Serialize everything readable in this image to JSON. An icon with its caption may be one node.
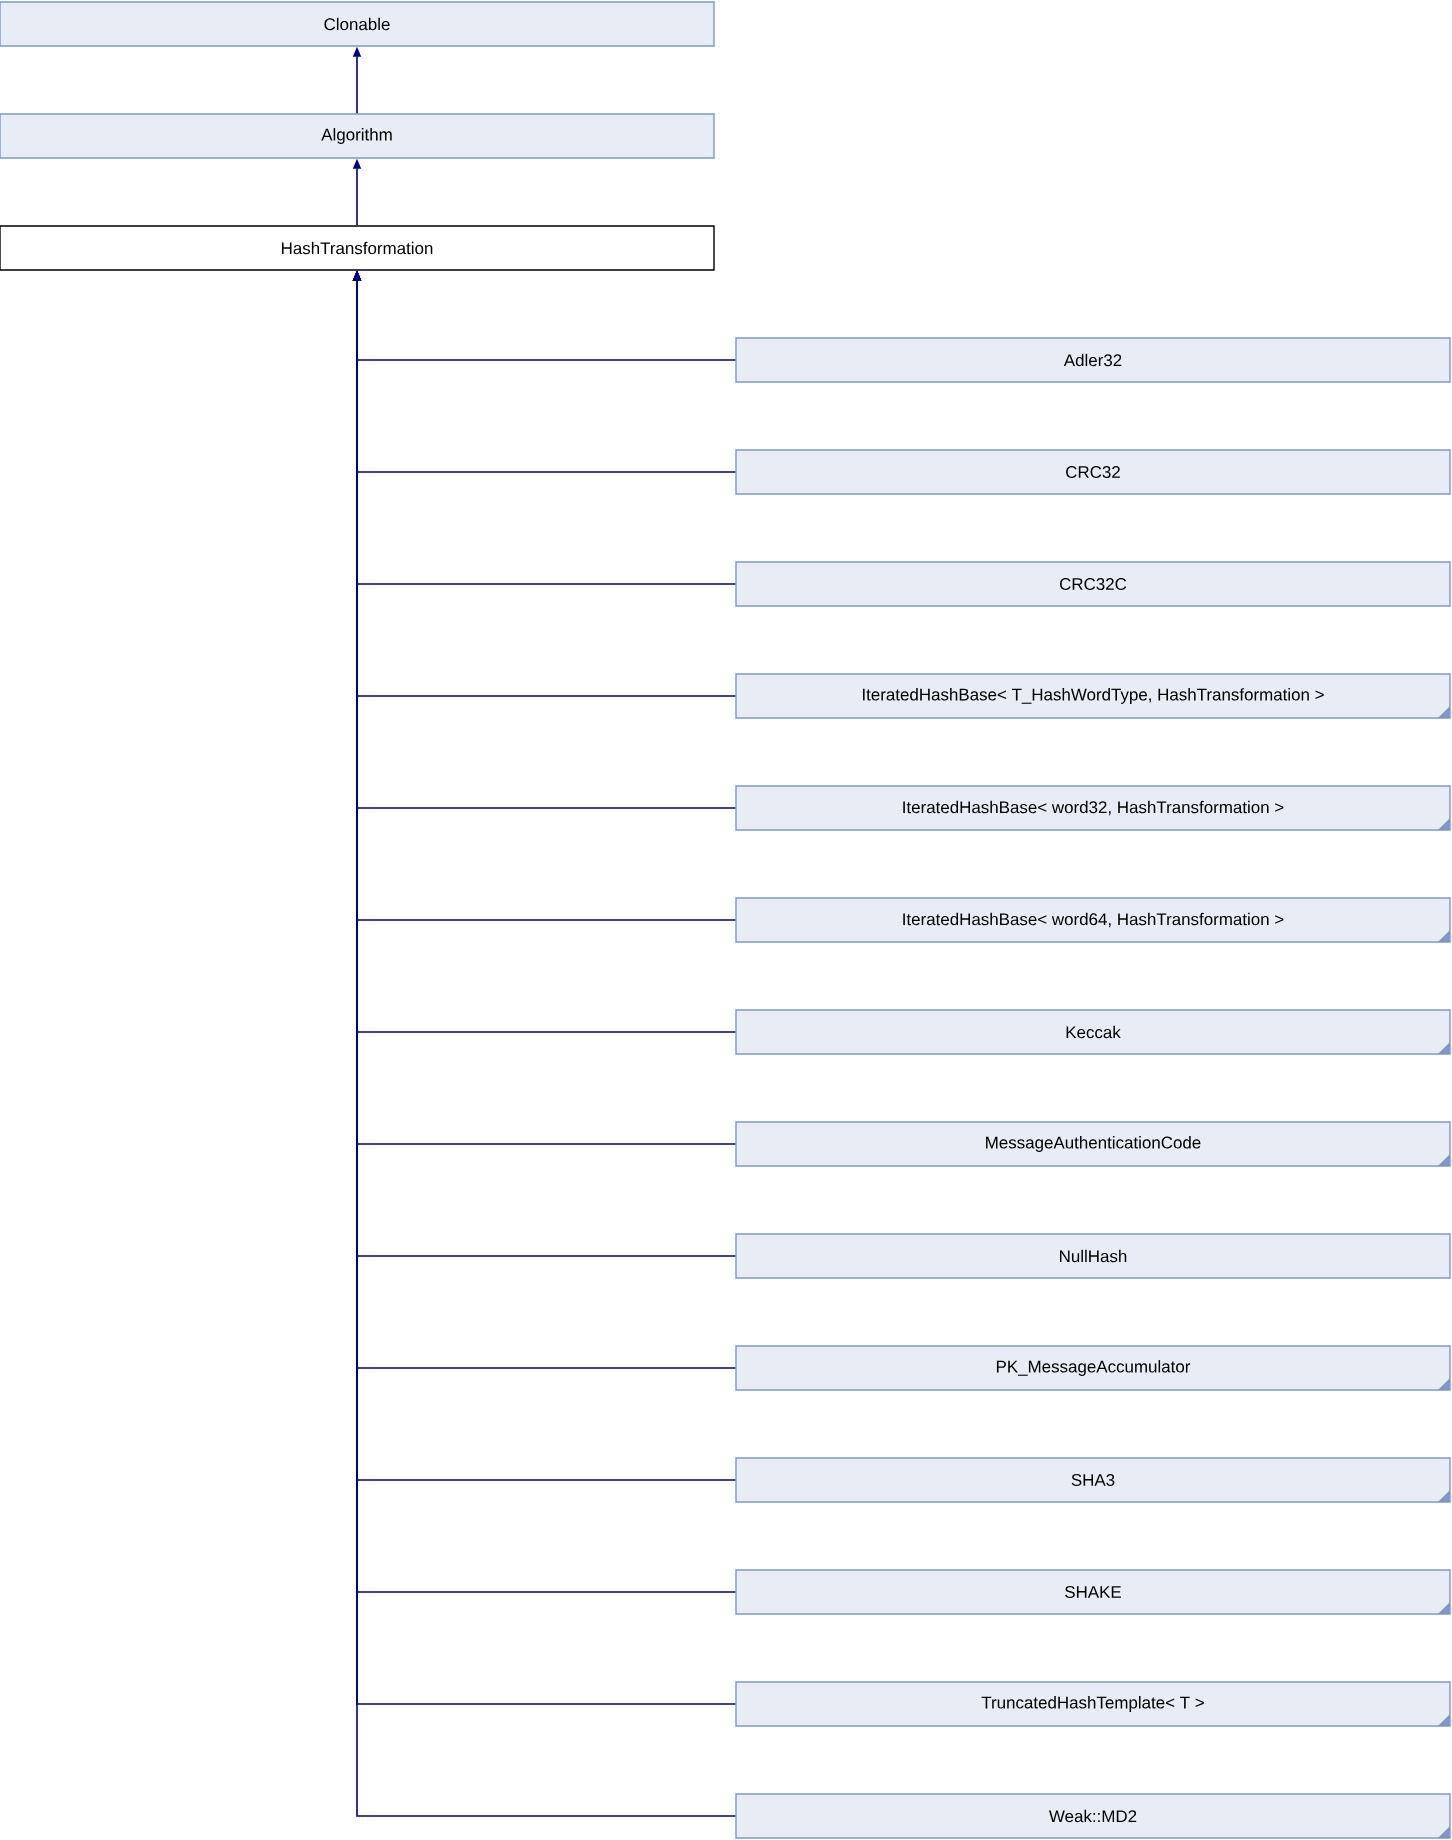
{
  "diagram": {
    "nodes": [
      {
        "text": [
          "Clonable"
        ]
      },
      {
        "text": [
          "Algorithm"
        ]
      },
      {
        "text": [
          "HashTransformation"
        ]
      },
      {
        "text": [
          "Adler32"
        ]
      },
      {
        "text": [
          "CRC32"
        ]
      },
      {
        "text": [
          "CRC32C"
        ]
      },
      {
        "text": [
          "IteratedHashBase< T_HashWordType, HashTransformation >"
        ]
      },
      {
        "text": [
          "IteratedHashBase< word32, HashTransformation >"
        ]
      },
      {
        "text": [
          "IteratedHashBase< word64, HashTransformation >"
        ]
      },
      {
        "text": [
          "Keccak"
        ]
      },
      {
        "text": [
          "MessageAuthenticationCode"
        ]
      },
      {
        "text": [
          "NullHash"
        ]
      },
      {
        "text": [
          "PK_MessageAccumulator"
        ]
      },
      {
        "text": [
          "SHA3"
        ]
      },
      {
        "text": [
          "SHAKE"
        ]
      },
      {
        "text": [
          "TruncatedHashTemplate< T >"
        ]
      },
      {
        "text": [
          "Weak::MD2"
        ]
      }
    ],
    "edges": [
      {
        "from": 1,
        "to": 0,
        "arrow": "to"
      },
      {
        "from": 2,
        "to": 1,
        "arrow": "to"
      },
      {
        "from": 3,
        "to": 2,
        "arrow": "to"
      },
      {
        "from": 4,
        "to": 2,
        "arrow": "to"
      },
      {
        "from": 5,
        "to": 2,
        "arrow": "to"
      },
      {
        "from": 6,
        "to": 2,
        "arrow": "to"
      },
      {
        "from": 7,
        "to": 2,
        "arrow": "to"
      },
      {
        "from": 8,
        "to": 2,
        "arrow": "to"
      },
      {
        "from": 9,
        "to": 2,
        "arrow": "to"
      },
      {
        "from": 10,
        "to": 2,
        "arrow": "to"
      },
      {
        "from": 11,
        "to": 2,
        "arrow": "to"
      },
      {
        "from": 12,
        "to": 2,
        "arrow": "to"
      },
      {
        "from": 13,
        "to": 2,
        "arrow": "to"
      },
      {
        "from": 14,
        "to": 2,
        "arrow": "to"
      },
      {
        "from": 15,
        "to": 2,
        "arrow": "to"
      },
      {
        "from": 16,
        "to": 2,
        "arrow": "to"
      }
    ]
  }
}
